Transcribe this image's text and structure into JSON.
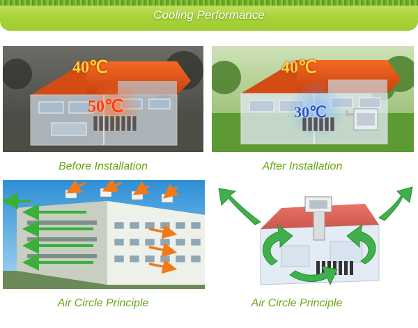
{
  "banner": {
    "title": "Cooling Performance"
  },
  "panels": {
    "before": {
      "roof_temp": "40℃",
      "inside_temp": "50℃",
      "caption": "Before Installation"
    },
    "after": {
      "roof_temp": "40℃",
      "inside_temp": "30℃",
      "caption": "After Installation"
    },
    "building": {
      "caption": "Air Circle Principle"
    },
    "house": {
      "caption": "Air Circle Principle"
    }
  },
  "colors": {
    "caption_green": "#6aa517",
    "banner_green": "#a8d43a",
    "roof_orange": "#e8571c",
    "arrow_green": "#3fa83c",
    "hot_red": "#e23a1a",
    "cool_blue": "#3a6fd8"
  }
}
